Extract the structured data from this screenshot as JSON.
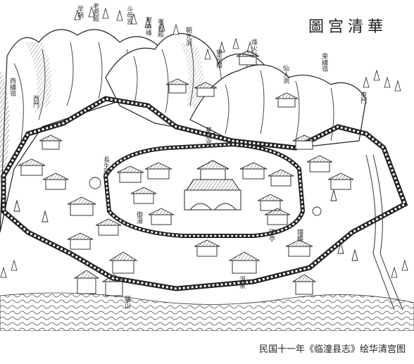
{
  "map": {
    "title": "圖宫清華",
    "labels": {
      "l1": "早朝",
      "l2": "老君殿",
      "l3": "斗母宫",
      "l4": "老母殿",
      "l5": "朝元洞",
      "l6": "翠秀峰",
      "l7": "烽火台",
      "l8": "仙人洞",
      "l9": "東繡嶺",
      "l10": "西繡嶺",
      "l11": "長生殿",
      "l12": "華清宫",
      "l13": "望京樓",
      "l14": "御湯",
      "l15": "温泉",
      "l16": "碑亭",
      "l17": "鐘樓",
      "l18": "東門",
      "l19": "西門",
      "l20": "驪山"
    }
  },
  "caption": "民国十一年《临潼县志》绘华清宫图"
}
